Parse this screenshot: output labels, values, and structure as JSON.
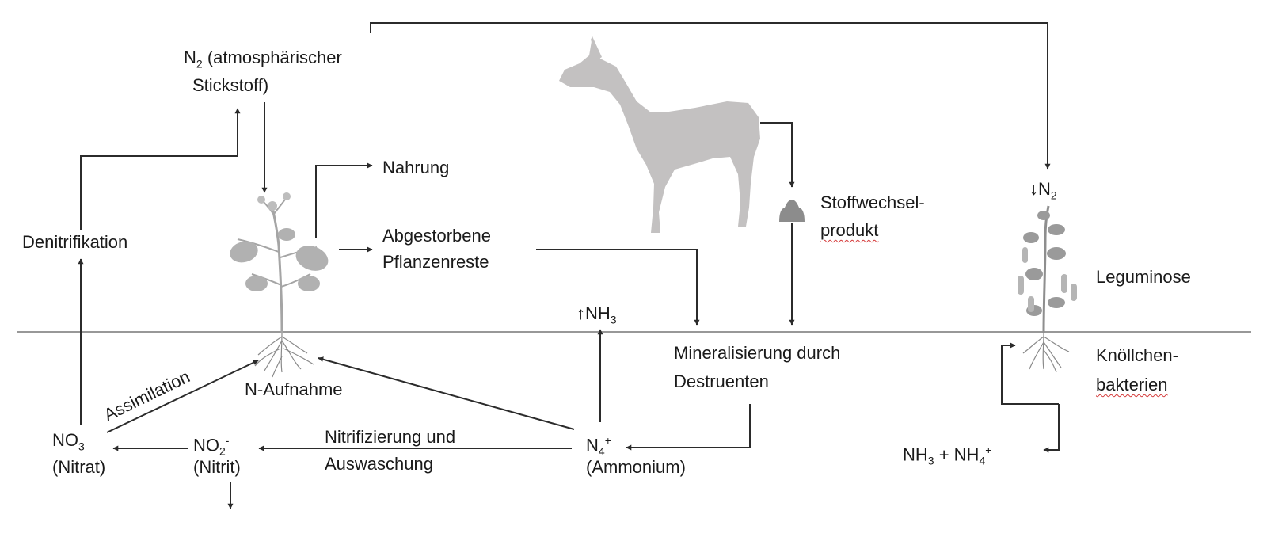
{
  "labels": {
    "n2_atmos_1": "(atmosphärischer",
    "n2_atmos_2": "Stickstoff)",
    "nahrung": "Nahrung",
    "abgestorbene_1": "Abgestorbene",
    "abgestorbene_2": "Pflanzenreste",
    "stoffwechsel_1": "Stoffwechsel-",
    "stoffwechsel_2": "produkt",
    "denitrifikation": "Denitrifikation",
    "leguminose": "Leguminose",
    "n2_arrow": "↓N",
    "nh3_up": "↑NH",
    "mineral_1": "Mineralisierung durch",
    "mineral_2": "Destruenten",
    "knoellchen_1": "Knöllchen-",
    "knoellchen_2": "bakterien",
    "assimilation": "Assimilation",
    "n_aufnahme": "N-Aufnahme",
    "no3": "NO",
    "nitrat": "(Nitrat)",
    "no2": "NO",
    "nitrit": "(Nitrit)",
    "nitrifizierung_1": "Nitrifizierung und",
    "nitrifizierung_2": "Auswaschung",
    "n4": "N",
    "ammonium": "(Ammonium)",
    "nh3_nh4": "NH",
    "nh3_nh4_plus": " + NH"
  },
  "symbols": {
    "n": "N",
    "sub2": "2",
    "sub3": "3",
    "sub4": "4",
    "plus": "+",
    "minus": "-"
  },
  "colors": {
    "line": "#2b2b2b",
    "ground": "#777777",
    "silhouette": "#c3c1c1",
    "plant": "#b1b1b1",
    "roots": "#8a8a8a",
    "dung": "#8c8c8c",
    "wavy_underline": "#d43a3a"
  },
  "icons": [
    "deer-silhouette",
    "plant-icon",
    "legume-plant-icon",
    "dung-icon",
    "roots-icon"
  ]
}
